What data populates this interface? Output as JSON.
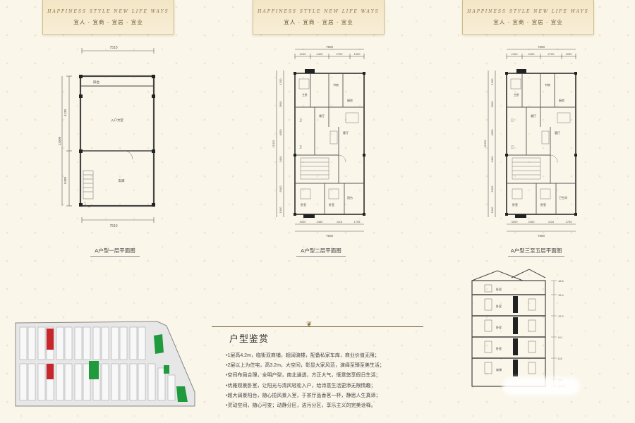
{
  "banners": [
    {
      "script": "HAPPINESS STYLE NEW LIFE WAYS",
      "slogan": "宜人 · 宜商 · 宜居 · 宜业"
    },
    {
      "script": "HAPPINESS STYLE NEW LIFE WAYS",
      "slogan": "宜人 · 宜商 · 宜居 · 宜业"
    },
    {
      "script": "HAPPINESS STYLE NEW LIFE WAYS",
      "slogan": "宜人 · 宜商 · 宜居 · 宜业"
    }
  ],
  "plans": {
    "floor1": {
      "caption": "A户型一层平面图",
      "dim_top": "7510",
      "dim_bottom": "7510",
      "dim_left": [
        "4130",
        "5490",
        "11000"
      ],
      "room_labels": [
        "阳台",
        "入户大堂",
        "车库"
      ]
    },
    "floor2": {
      "caption": "A户型二层平面图",
      "dim_top_total": "7500",
      "dim_top": [
        "2100",
        "2400",
        "2700",
        "1000"
      ],
      "dim_bottom": [
        "3000",
        "2460",
        "1115",
        "1755"
      ],
      "dim_bottom_total": "7500",
      "dim_left": [
        "1200",
        "2600",
        "4050",
        "2400",
        "5400",
        "1900"
      ],
      "dim_left_total": "11320",
      "room_labels": [
        "主卧",
        "书房",
        "餐厅",
        "厨房",
        "客厅",
        "卫",
        "卫",
        "卧室",
        "卧室",
        "阳台"
      ]
    },
    "floor3": {
      "caption": "A户型三至五层平面图",
      "dim_top_total": "7500",
      "dim_top": [
        "2100",
        "2400",
        "2700",
        "1000"
      ],
      "dim_bottom": [
        "3000",
        "2460",
        "1115",
        "1755"
      ],
      "dim_bottom_total": "7500",
      "dim_left": [
        "1200",
        "2600",
        "4050",
        "2400",
        "5400",
        "1900"
      ],
      "dim_left_total": "11320",
      "room_labels": [
        "主卧",
        "书房",
        "餐厅",
        "厨房",
        "客厅",
        "卫",
        "卫",
        "卧室",
        "卧室",
        "卫生间"
      ]
    }
  },
  "description": {
    "title": "户型鉴赏",
    "lines": [
      "•1层高4.2m，临街双商铺，超阔骑楼，配备私家车库，商业价值无限；",
      "•2层以上为住宅，高3.2m，大空间，彰显大家风范，演绎至臻至美生活；",
      "•空间布局合理，全明户型，南北通透，方正大气，惬意悠享假日生活；",
      "•优雅观景卧室，让阳光与清风轻松入户，给诗意生活更添无限情趣；",
      "•超大阔景阳台，随心揽风景入室，于茶厅品香茗一杯，静思人生真谛；",
      "•灵动空间，随心可变；动静分区，洁污分区，享乐主义的完美诠释。"
    ]
  },
  "section": {
    "levels": [
      "18.6",
      "15.4",
      "12.2",
      "9.0",
      "5.8",
      "2.6",
      "±0.00"
    ],
    "labels": [
      "卧室",
      "卧室",
      "卧室",
      "卧室",
      "商铺"
    ]
  },
  "colors": {
    "accent_red": "#c8262a",
    "accent_green": "#1f9a3c",
    "line": "#555555",
    "banner_gold": "#8a7340"
  }
}
